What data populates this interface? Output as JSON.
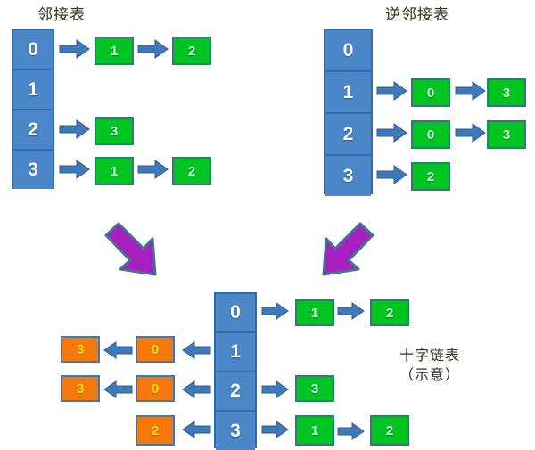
{
  "diagram": {
    "titles": {
      "adjacency_list": "邻接表",
      "inverse_adjacency_list": "逆邻接表",
      "orthogonal_list_line1": "十字链表",
      "orthogonal_list_line2": "（示意）"
    },
    "colors": {
      "vertex_blue_fill": "#4A86C8",
      "vertex_blue_border": "#2E6DA8",
      "node_green_fill": "#00C422",
      "node_green_border": "#2E7D73",
      "node_orange_fill": "#F4790C",
      "node_orange_border": "#3F78B5",
      "arrow_blue": "#3E79B8",
      "purple_arrow_fill": "#A81FC0",
      "purple_arrow_border": "#4A6E96",
      "title_text": "#3b3a32",
      "background": "#ffffff"
    },
    "adjacency": {
      "vertices": [
        "0",
        "1",
        "2",
        "3"
      ],
      "rows": [
        {
          "vertex": "0",
          "chain": [
            "1",
            "2"
          ]
        },
        {
          "vertex": "1",
          "chain": []
        },
        {
          "vertex": "2",
          "chain": [
            "3"
          ]
        },
        {
          "vertex": "3",
          "chain": [
            "1",
            "2"
          ]
        }
      ]
    },
    "inverse_adjacency": {
      "vertices": [
        "0",
        "1",
        "2",
        "3"
      ],
      "rows": [
        {
          "vertex": "0",
          "chain": []
        },
        {
          "vertex": "1",
          "chain": [
            "0",
            "3"
          ]
        },
        {
          "vertex": "2",
          "chain": [
            "0",
            "3"
          ]
        },
        {
          "vertex": "3",
          "chain": [
            "2"
          ]
        }
      ]
    },
    "orthogonal": {
      "vertices": [
        "0",
        "1",
        "2",
        "3"
      ],
      "out_rows": [
        {
          "vertex": "0",
          "chain": [
            "1",
            "2"
          ]
        },
        {
          "vertex": "1",
          "chain": []
        },
        {
          "vertex": "2",
          "chain": [
            "3"
          ]
        },
        {
          "vertex": "3",
          "chain": [
            "1",
            "2"
          ]
        }
      ],
      "in_rows": [
        {
          "vertex": "0",
          "chain": []
        },
        {
          "vertex": "1",
          "chain": [
            "0",
            "3"
          ]
        },
        {
          "vertex": "2",
          "chain": [
            "0",
            "3"
          ]
        },
        {
          "vertex": "3",
          "chain": [
            "2"
          ]
        }
      ]
    },
    "transition_arrows": [
      {
        "name": "left-transition-arrow",
        "direction": "down-right"
      },
      {
        "name": "right-transition-arrow",
        "direction": "down-left"
      }
    ]
  }
}
